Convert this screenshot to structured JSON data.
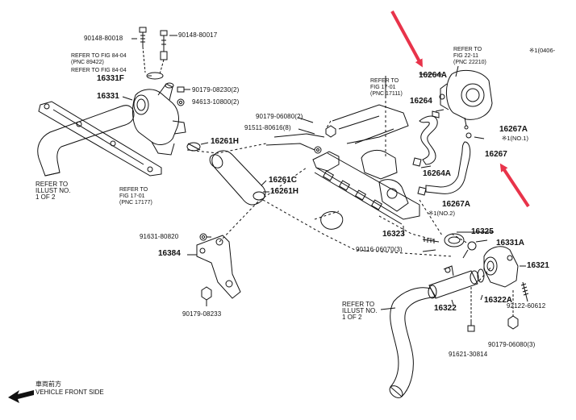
{
  "labels": {
    "p90148_80018": "90148-80018",
    "p90148_80017": "90148-80017",
    "ref_84_04_a": "REFER TO FIG 84-04\n(PNC 89422)",
    "ref_84_04_b": "REFER TO FIG 84-04",
    "p16331F": "16331F",
    "p90179_08230": "90179-08230(2)",
    "p94613_10800": "94613-10800(2)",
    "p16331": "16331",
    "p16261H_a": "16261H",
    "p16261C": "16261C",
    "p16261H_b": "16261H",
    "ref_illust_left": "REFER TO\nILLUST NO.\n1 OF 2",
    "ref_17_01_left": "REFER TO\nFIG 17-01\n(PNC 17177)",
    "ref_17_01_top": "REFER TO\nFIG 17-01\n(PNC 17111)",
    "p90179_06080_2": "90179-06080(2)",
    "p91511_80616": "91511-80616(8)",
    "ref_22_11": "REFER TO\nFIG 22-11\n(PNC 22210)",
    "p16264A_top": "16264A",
    "p16264": "16264",
    "p16267A_top": "16267A",
    "note1_top": "※1(NO.1)",
    "p16267": "16267",
    "p16264A_mid": "16264A",
    "p16267A_bot": "16267A",
    "note1_bot": "※1(NO.2)",
    "p16323": "16323",
    "p90116_06070": "90116-06070(3)",
    "p16325": "16325",
    "p16331A": "16331A",
    "p16321": "16321",
    "p16322": "16322",
    "p16322A": "16322A",
    "p92122_60612": "92122-60612",
    "p90179_06080_3": "90179-06080(3)",
    "p91621_30814": "91621-30814",
    "p91631_80820": "91631-80820",
    "p16384": "16384",
    "p90179_08233": "90179-08233",
    "ref_illust_bottom": "REFER TO\nILLUST NO.\n1 OF 2",
    "corner_note": "※1(0406-"
  },
  "footer": {
    "direction_label": "車両前方\nVEHICLE FRONT SIDE"
  },
  "colors": {
    "line": "#111111",
    "arrow": "#e8334a"
  }
}
